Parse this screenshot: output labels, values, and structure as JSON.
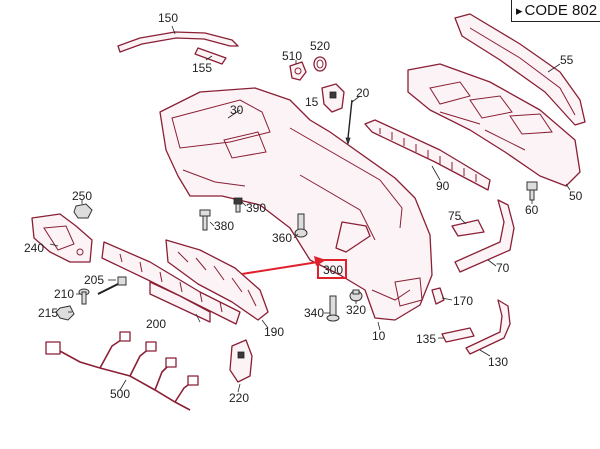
{
  "code_box": {
    "arrow": "▸",
    "text": "CODE 802"
  },
  "callouts": [
    {
      "id": "150",
      "text": "150"
    },
    {
      "id": "155",
      "text": "155"
    },
    {
      "id": "510",
      "text": "510"
    },
    {
      "id": "520",
      "text": "520"
    },
    {
      "id": "15",
      "text": "15"
    },
    {
      "id": "20",
      "text": "20"
    },
    {
      "id": "30",
      "text": "30"
    },
    {
      "id": "55",
      "text": "55"
    },
    {
      "id": "90",
      "text": "90"
    },
    {
      "id": "60",
      "text": "60"
    },
    {
      "id": "50",
      "text": "50"
    },
    {
      "id": "250",
      "text": "250"
    },
    {
      "id": "390",
      "text": "390"
    },
    {
      "id": "380",
      "text": "380"
    },
    {
      "id": "240",
      "text": "240"
    },
    {
      "id": "360",
      "text": "360"
    },
    {
      "id": "75",
      "text": "75"
    },
    {
      "id": "70",
      "text": "70"
    },
    {
      "id": "300",
      "text": "300"
    },
    {
      "id": "205",
      "text": "205"
    },
    {
      "id": "210",
      "text": "210"
    },
    {
      "id": "215",
      "text": "215"
    },
    {
      "id": "200",
      "text": "200"
    },
    {
      "id": "190",
      "text": "190"
    },
    {
      "id": "340",
      "text": "340"
    },
    {
      "id": "320",
      "text": "320"
    },
    {
      "id": "10",
      "text": "10"
    },
    {
      "id": "170",
      "text": "170"
    },
    {
      "id": "135",
      "text": "135"
    },
    {
      "id": "130",
      "text": "130"
    },
    {
      "id": "500",
      "text": "500"
    },
    {
      "id": "220",
      "text": "220"
    }
  ],
  "highlight": {
    "target": "300",
    "color": "#e0202a"
  },
  "colors": {
    "line": "#8a1f35",
    "highlight": "#e0202a",
    "text": "#222222"
  }
}
